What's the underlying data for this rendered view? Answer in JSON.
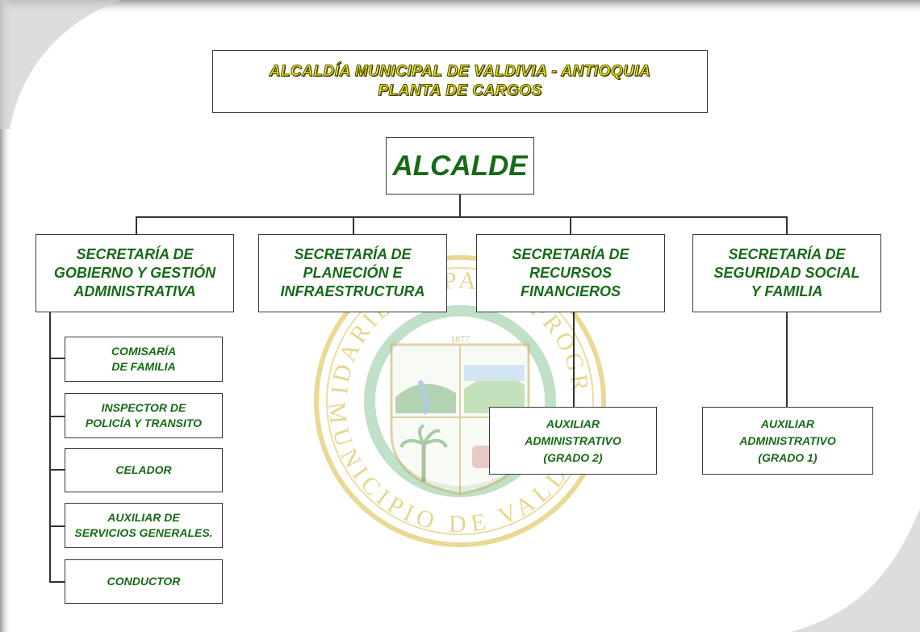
{
  "header": {
    "title_line1": "ALCALDÍA MUNICIPAL DE VALDIVIA  - ANTIOQUIA",
    "title_line2": "PLANTA DE CARGOS"
  },
  "colors": {
    "label_green": "#166b16",
    "title_yellow": "#f6f20a",
    "seal_gold": "#e3cf7b",
    "seal_green": "#8dc79b"
  },
  "seal": {
    "ring_top": "SOLIDARIDAD PAZ Y PROGRESO",
    "ring_bottom": "MUNICIPIO DE VALDIVIA",
    "year": "1877"
  },
  "org": {
    "top": "ALCALDE",
    "secretaries": [
      "SECRETARÍA DE\nGOBIERNO Y GESTIÓN\nADMINISTRATIVA",
      "SECRETARÍA DE\nPLANECIÓN E\nINFRAESTRUCTURA",
      "SECRETARÍA DE\nRECURSOS\nFINANCIEROS",
      "SECRETARÍA DE\nSEGURIDAD SOCIAL\nY FAMILIA"
    ],
    "gobierno_units": [
      "COMISARÍA\nDE FAMILIA",
      "INSPECTOR DE\nPOLICÍA Y TRANSITO",
      "CELADOR",
      "AUXILIAR DE\nSERVICIOS GENERALES.",
      "CONDUCTOR"
    ],
    "financieros_unit": "AUXILIAR\nADMINISTRATIVO\n(GRADO 2)",
    "seguridad_unit": "AUXILIAR\nADMINISTRATIVO\n(GRADO 1)"
  }
}
